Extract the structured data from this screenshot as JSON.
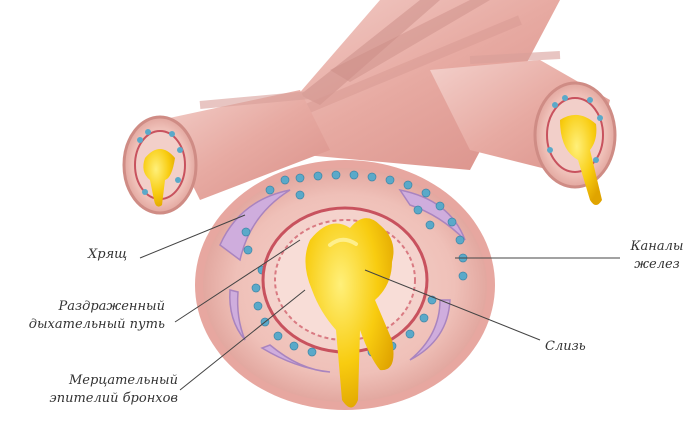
{
  "labels": {
    "cartilage": "Хрящ",
    "irritated_airway": "Раздраженный дыхательный путь",
    "irritated_airway_line1": "Раздраженный",
    "irritated_airway_line2": "дыхательный путь",
    "ciliated_epithelium_line1": "Мерцательный",
    "ciliated_epithelium_line2": "эпителий бронхов",
    "gland_ducts_line1": "Каналы",
    "gland_ducts_line2": "желез",
    "mucus": "Слизь"
  },
  "colors": {
    "tissue_outer": "#e7a7a0",
    "tissue_mid": "#f0c4bc",
    "cartilage": "#c9a7d8",
    "gland": "#5aa9c9",
    "mucus": "#f7c400",
    "mucus_highlight": "#ffe35a",
    "epithelium": "#c8525e",
    "leader_line": "#444444"
  }
}
